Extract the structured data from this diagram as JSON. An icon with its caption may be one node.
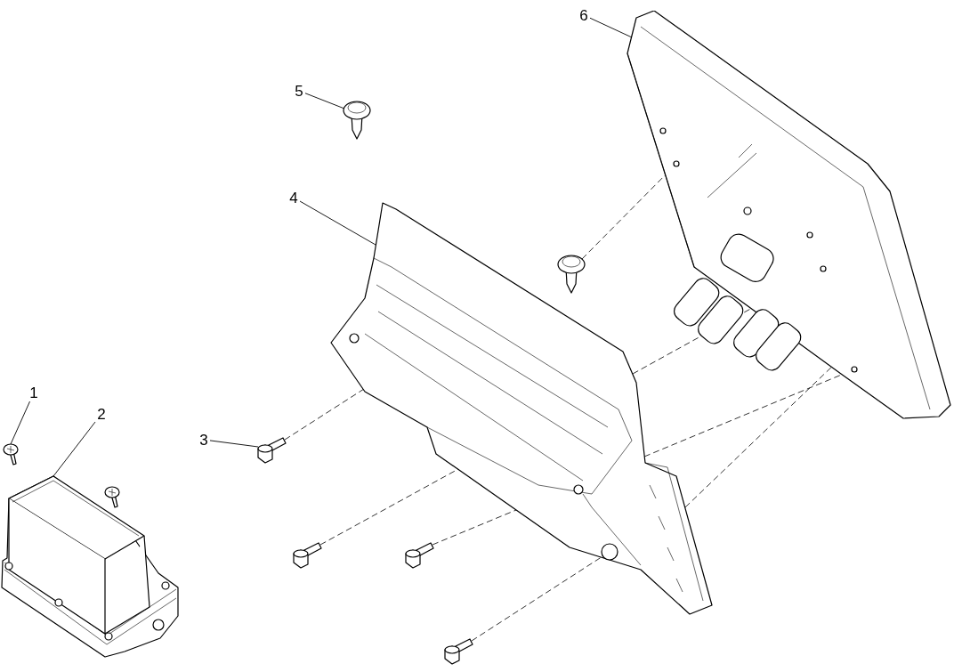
{
  "diagram": {
    "nodes": [
      {
        "text": [
          "1"
        ]
      },
      {
        "text": [],
        "shape": "picture"
      },
      {
        "text": [
          "2"
        ]
      },
      {
        "text": [],
        "shape": "picture"
      },
      {
        "text": [
          "3"
        ]
      },
      {
        "text": [],
        "shape": "picture"
      },
      {
        "text": [
          "4"
        ]
      },
      {
        "text": [],
        "shape": "picture"
      },
      {
        "text": [
          "5"
        ]
      },
      {
        "text": [],
        "shape": "picture"
      },
      {
        "text": [
          "6"
        ]
      },
      {
        "text": [],
        "shape": "picture"
      },
      {
        "text": [],
        "shape": "picture"
      },
      {
        "text": [],
        "shape": "picture"
      },
      {
        "text": [],
        "shape": "picture"
      },
      {
        "text": [],
        "shape": "picture"
      }
    ],
    "edges": [
      {
        "from": 0,
        "to": 1,
        "arrow": "none"
      },
      {
        "from": 2,
        "to": 3,
        "arrow": "none"
      },
      {
        "from": 4,
        "to": 5,
        "arrow": "none"
      },
      {
        "from": 6,
        "to": 7,
        "arrow": "none"
      },
      {
        "from": 8,
        "to": 9,
        "arrow": "none"
      },
      {
        "from": 10,
        "to": 11,
        "arrow": "none"
      },
      {
        "from": 5,
        "to": 7,
        "arrow": "none",
        "style": "dashed"
      },
      {
        "from": 13,
        "to": 7,
        "arrow": "none",
        "style": "dashed"
      },
      {
        "from": 14,
        "to": 7,
        "arrow": "none",
        "style": "dashed"
      },
      {
        "from": 15,
        "to": 7,
        "arrow": "none",
        "style": "dashed"
      },
      {
        "from": 12,
        "to": 11,
        "arrow": "none",
        "style": "dashed"
      },
      {
        "from": 7,
        "to": 11,
        "arrow": "none",
        "style": "dashed"
      },
      {
        "from": 7,
        "to": 11,
        "arrow": "none",
        "style": "dashed"
      },
      {
        "from": 7,
        "to": 11,
        "arrow": "none",
        "style": "dashed"
      }
    ]
  }
}
